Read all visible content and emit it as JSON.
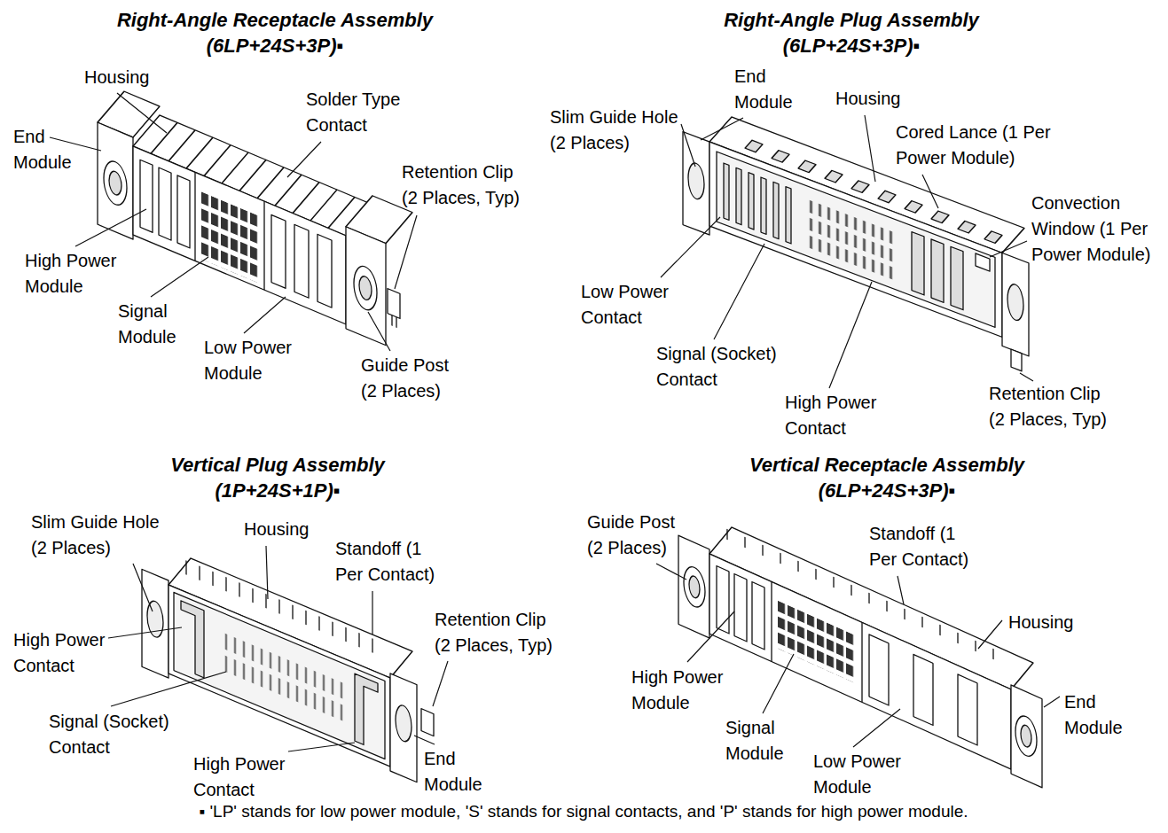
{
  "diagram": {
    "caption": "▪ 'LP' stands for low power module, 'S' stands for signal contacts, and 'P' stands for high power module.",
    "labels": [
      "Right-Angle Receptacle Assembly",
      "(6LP+24S+3P)▪",
      "Housing",
      "End Module",
      "Solder Type Contact",
      "Retention Clip (2 Places, Typ)",
      "High Power Module",
      "Signal Module",
      "Low Power Module",
      "Guide Post (2 Places)",
      "Right-Angle Plug Assembly",
      "(6LP+24S+3P)▪",
      "End Module",
      "Housing",
      "Slim Guide Hole (2 Places)",
      "Cored Lance (1 Per Power Module)",
      "Convection Window (1 Per Power Module)",
      "Low Power Contact",
      "Signal (Socket) Contact",
      "High Power Contact",
      "Retention Clip (2 Places, Typ)",
      "Vertical Plug Assembly",
      "(1P+24S+1P)▪",
      "Slim Guide Hole (2 Places)",
      "Housing",
      "Standoff (1 Per Contact)",
      "Retention Clip (2 Places, Typ)",
      "High Power Contact",
      "Signal (Socket) Contact",
      "High Power Contact",
      "End Module",
      "Vertical Receptacle Assembly",
      "(6LP+24S+3P)▪",
      "Guide Post (2 Places)",
      "Standoff (1 Per Contact)",
      "Housing",
      "High Power Module",
      "End Module",
      "Signal Module",
      "Low Power Module"
    ]
  }
}
